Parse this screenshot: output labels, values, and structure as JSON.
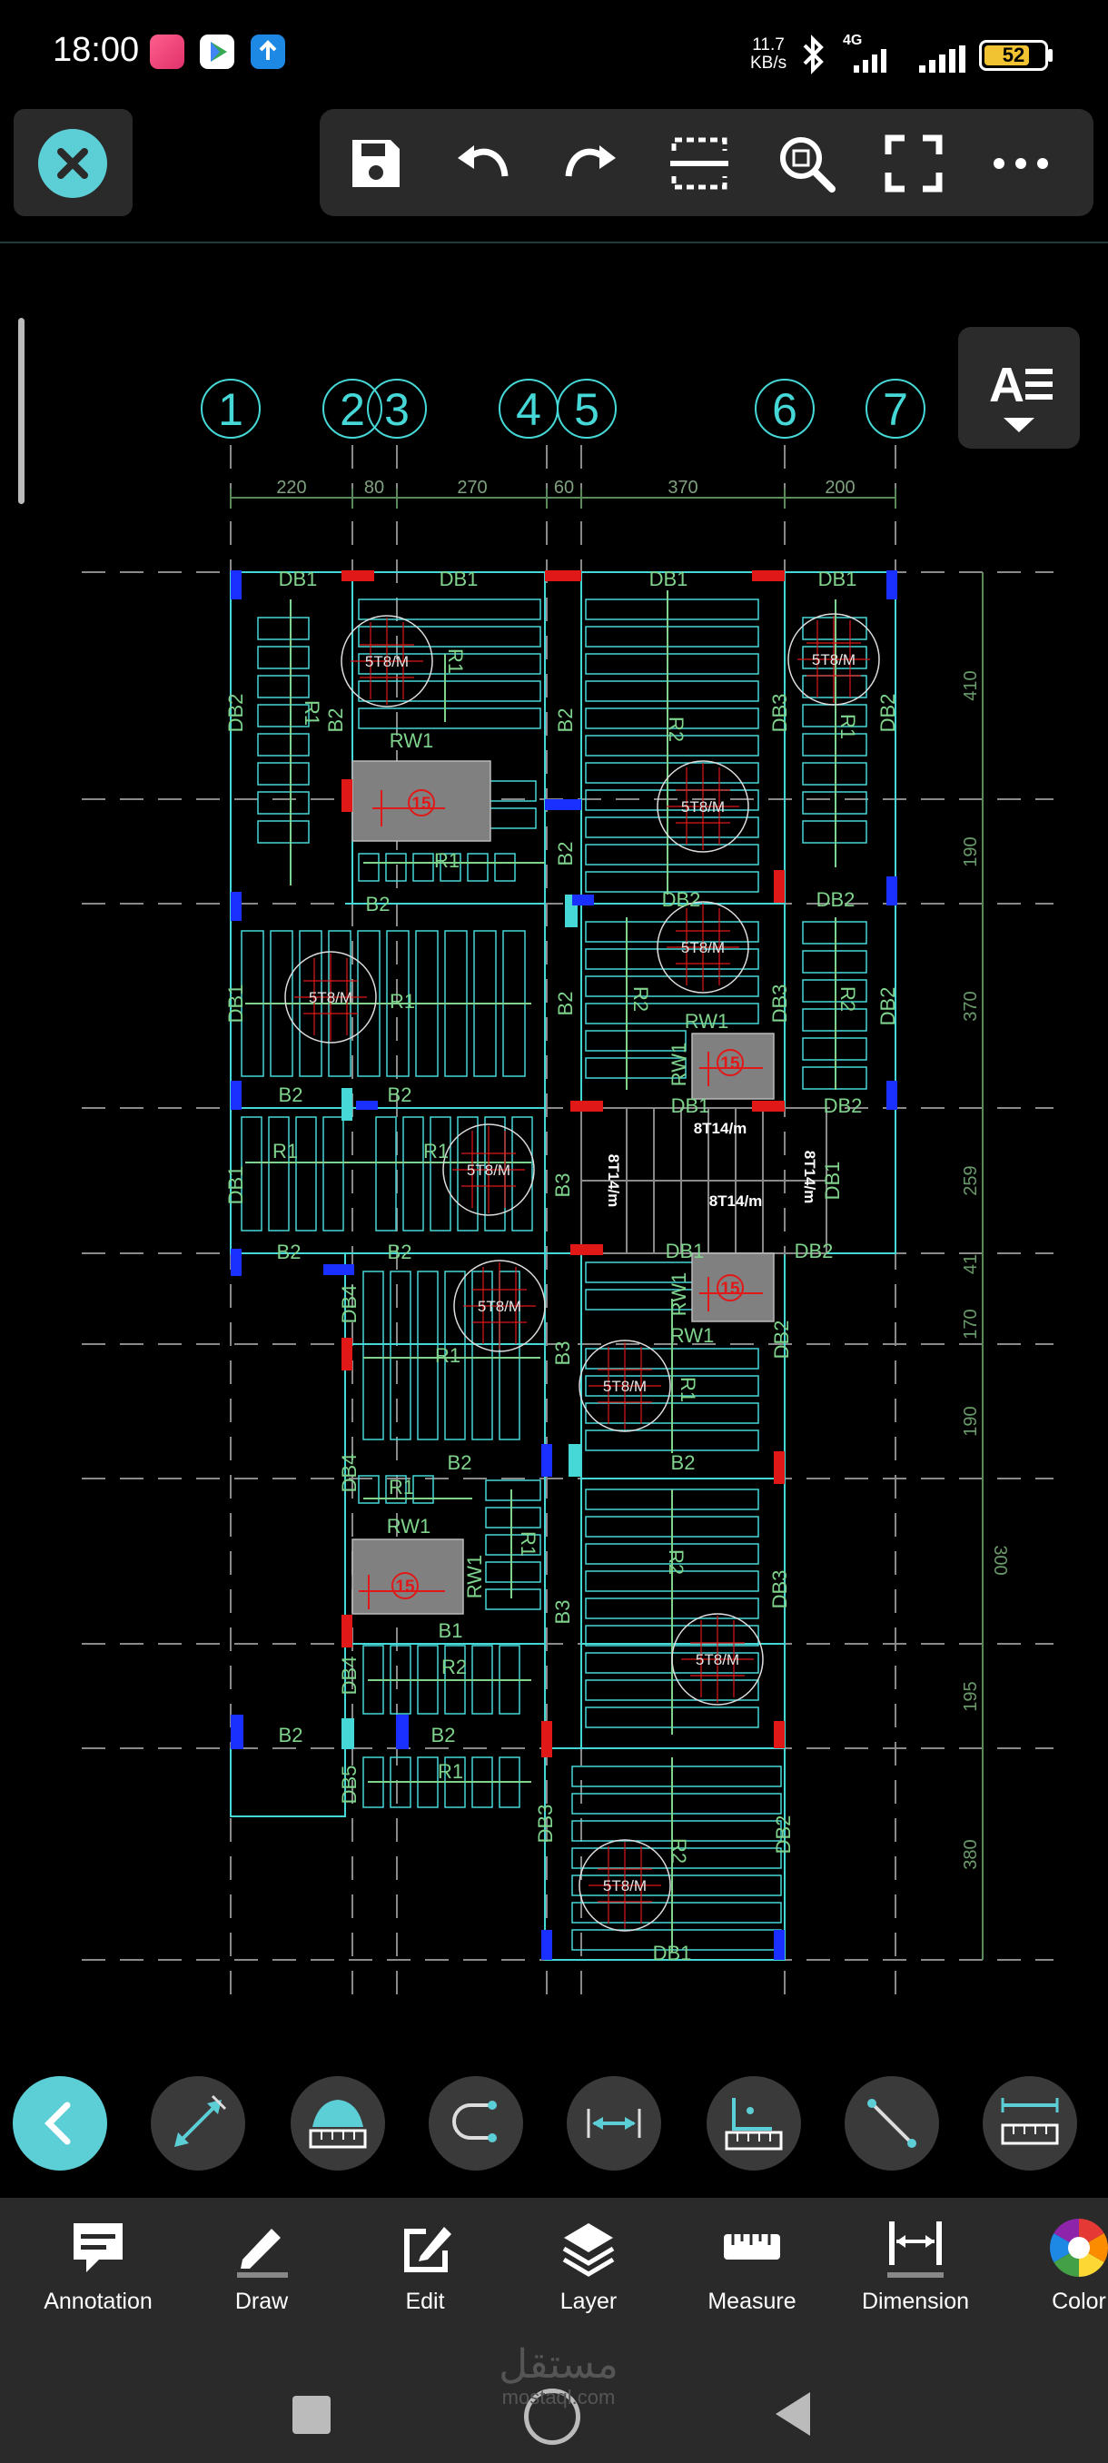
{
  "status": {
    "time": "18:00",
    "net_speed_value": "11.7",
    "net_speed_unit": "KB/s",
    "network": "4G",
    "battery": "52"
  },
  "drawing": {
    "grid_labels": [
      "1",
      "2",
      "3",
      "4",
      "5",
      "6",
      "7"
    ],
    "top_dims": [
      "220",
      "80",
      "270",
      "60",
      "370",
      "200"
    ],
    "right_dims": [
      "410",
      "190",
      "370",
      "259",
      "41",
      "170",
      "190",
      "300",
      "195",
      "380"
    ],
    "beam_labels": {
      "db1": "DB1",
      "db2": "DB2",
      "db3": "DB3",
      "db4": "DB4",
      "db5": "DB5",
      "b1": "B1",
      "b2": "B2",
      "b3": "B3",
      "r1": "R1",
      "r2": "R2",
      "rw1": "RW1"
    },
    "rebar": {
      "t8": "5T8/M",
      "t14": "8T14/m",
      "col": "15"
    }
  },
  "menu": {
    "items": [
      {
        "label": "Annotation"
      },
      {
        "label": "Draw"
      },
      {
        "label": "Edit"
      },
      {
        "label": "Layer"
      },
      {
        "label": "Measure"
      },
      {
        "label": "Dimension"
      },
      {
        "label": "Color"
      }
    ]
  },
  "watermark": "مستقل",
  "watermark_sub": "mostaql.com",
  "colors": {
    "accent": "#5ccfd6",
    "cad_green": "#7fd38c",
    "cad_cyan": "#46d7d7",
    "cad_red": "#e01818",
    "cad_blue": "#1a30ff"
  }
}
